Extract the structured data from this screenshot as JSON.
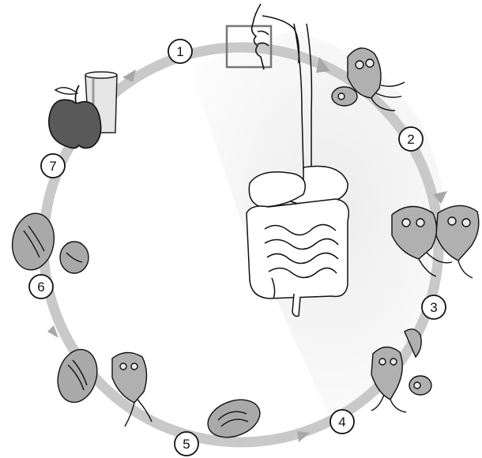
{
  "stages": [
    {
      "id": "1",
      "label": "1"
    },
    {
      "id": "2",
      "label": "2"
    },
    {
      "id": "3",
      "label": "3"
    },
    {
      "id": "4",
      "label": "4"
    },
    {
      "id": "5",
      "label": "5"
    },
    {
      "id": "6",
      "label": "6"
    },
    {
      "id": "7",
      "label": "7"
    }
  ],
  "colors": {
    "cycle_ring": "#c9c9c9",
    "shadow_wedge": "#dedede",
    "organism_fill": "#b0b0b0",
    "cyst_fill": "#a9a9a9",
    "outline": "#111111",
    "apple": "#595959"
  },
  "icons": [
    "mouth-icon",
    "digestive-tract-icon",
    "apple-icon",
    "water-glass-icon",
    "trophozoite-icon",
    "cyst-icon"
  ]
}
